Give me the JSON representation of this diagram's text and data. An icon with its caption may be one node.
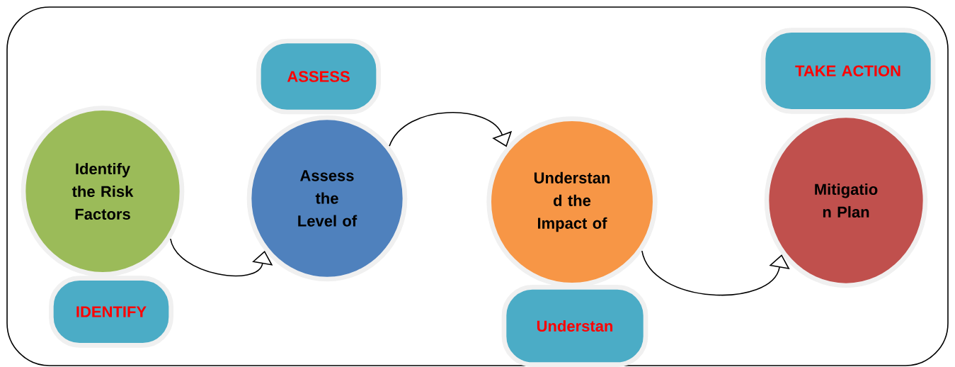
{
  "diagram": {
    "nodes": [
      {
        "text": [
          "Identify the Risk Factors"
        ]
      },
      {
        "text": [
          "IDENTIFY"
        ]
      },
      {
        "text": [
          "Assess the Level of"
        ]
      },
      {
        "text": [
          "ASSESS"
        ]
      },
      {
        "text": [
          "Understan d the Impact of"
        ]
      },
      {
        "text": [
          "Understan"
        ]
      },
      {
        "text": [
          "Mitigatio n Plan"
        ]
      },
      {
        "text": [
          "TAKE ACTION"
        ]
      }
    ],
    "edges": [
      {
        "from": 0,
        "to": 2,
        "arrow": "to"
      },
      {
        "from": 2,
        "to": 4,
        "arrow": "to"
      },
      {
        "from": 4,
        "to": 6,
        "arrow": "to"
      }
    ]
  }
}
